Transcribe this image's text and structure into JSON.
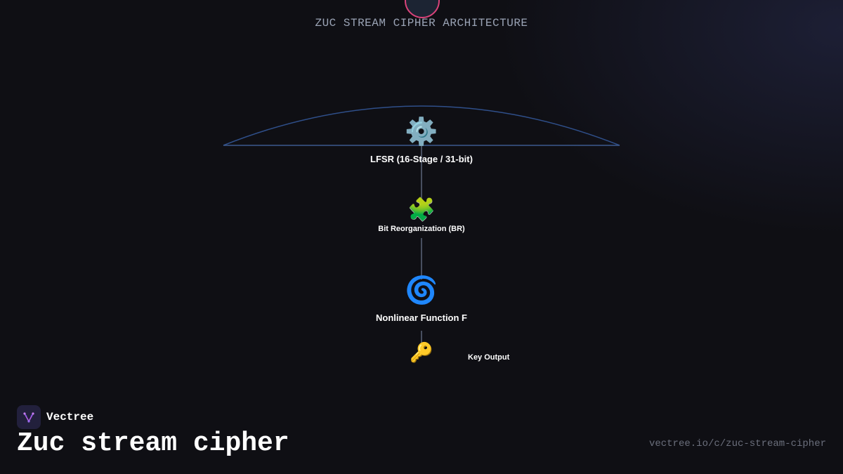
{
  "header": {
    "title": "ZUC STREAM CIPHER ARCHITECTURE"
  },
  "diagram": {
    "nodes": [
      {
        "id": "lfsr",
        "icon": "⚙️",
        "icon_name": "gear-icon",
        "label": "LFSR (16-Stage / 31-bit)"
      },
      {
        "id": "br",
        "icon": "🧩",
        "icon_name": "puzzle-icon",
        "label": "Bit Reorganization (BR)"
      },
      {
        "id": "f",
        "icon": "🌀",
        "icon_name": "cyclone-icon",
        "label": "Nonlinear Function F"
      },
      {
        "id": "key",
        "icon": "🔑",
        "icon_name": "key-icon",
        "label": "Key Output"
      }
    ],
    "colors": {
      "arc": "#2f4f8a",
      "connector": "#5a6478",
      "top_node_border": "#d9437a"
    }
  },
  "footer": {
    "brand": "Vectree",
    "title": "Zuc stream cipher",
    "url": "vectree.io/c/zuc-stream-cipher"
  }
}
